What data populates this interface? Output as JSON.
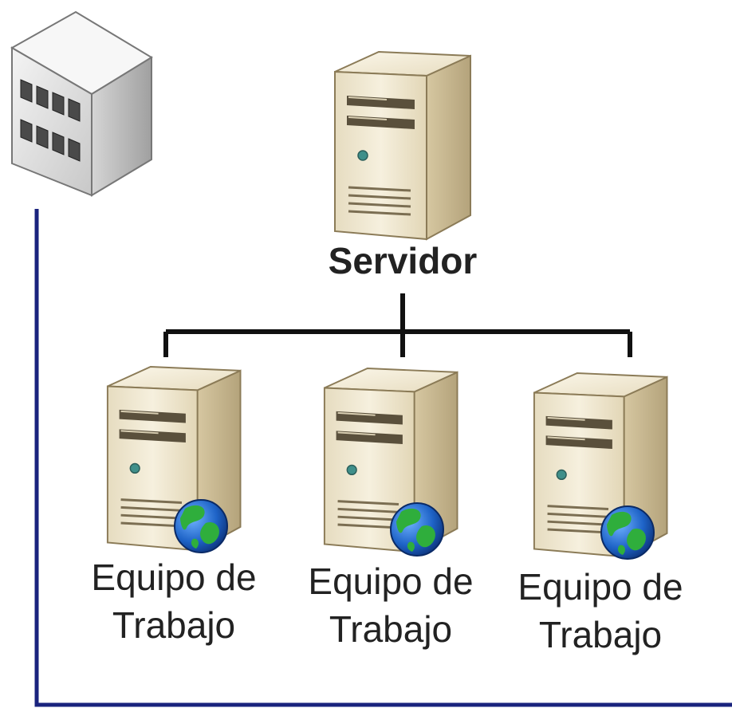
{
  "diagram": {
    "server": {
      "label": "Servidor",
      "icon": "server-tower-icon"
    },
    "workstations": [
      {
        "label_line1": "Equipo de",
        "label_line2": "Trabajo",
        "icon": "workstation-tower-icon",
        "badge": "globe-icon"
      },
      {
        "label_line1": "Equipo de",
        "label_line2": "Trabajo",
        "icon": "workstation-tower-icon",
        "badge": "globe-icon"
      },
      {
        "label_line1": "Equipo de",
        "label_line2": "Trabajo",
        "icon": "workstation-tower-icon",
        "badge": "globe-icon"
      }
    ],
    "building": {
      "icon": "office-building-icon"
    },
    "colors": {
      "tree_line": "#111111",
      "enclosure_line": "#1a237e",
      "tower_light": "#f1e9d2",
      "tower_mid": "#ddcfae",
      "tower_dark": "#b9a982",
      "building_light": "#eeeeee",
      "building_dark": "#9e9e9e",
      "globe_ocean": "#1e63c7",
      "globe_land": "#2fae3c"
    }
  }
}
